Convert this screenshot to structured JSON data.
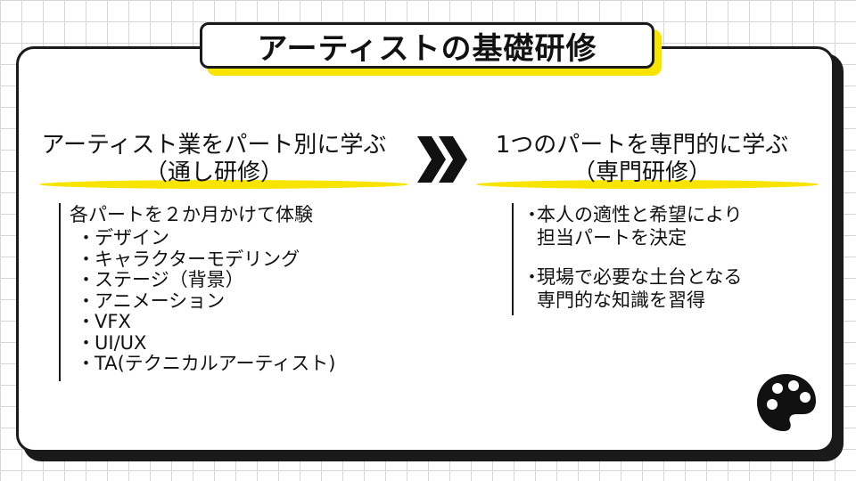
{
  "title": "アーティストの基礎研修",
  "left": {
    "heading_line1": "アーティスト業をパート別に学ぶ",
    "heading_line2": "（通し研修）",
    "lead": "各パートを２か月かけて体験",
    "bullet_symbol": "・",
    "items": [
      "デザイン",
      "キャラクターモデリング",
      "ステージ（背景）",
      "アニメーション",
      "VFX",
      "UI/UX",
      "TA(テクニカルアーティスト)"
    ]
  },
  "right": {
    "heading_line1": "1つのパートを専門的に学ぶ",
    "heading_line2": "（専門研修）",
    "bullet_symbol": "・",
    "items": [
      {
        "line1": "本人の適性と希望により",
        "line2": "担当パートを決定"
      },
      {
        "line1": "現場で必要な土台となる",
        "line2": "専門的な知識を習得"
      }
    ]
  },
  "icons": {
    "arrow": "double-chevron-right-icon",
    "palette": "paint-palette-icon"
  },
  "colors": {
    "accent_yellow": "#f7e400",
    "ink": "#1a1a1a",
    "grid": "#d6d6d6"
  }
}
